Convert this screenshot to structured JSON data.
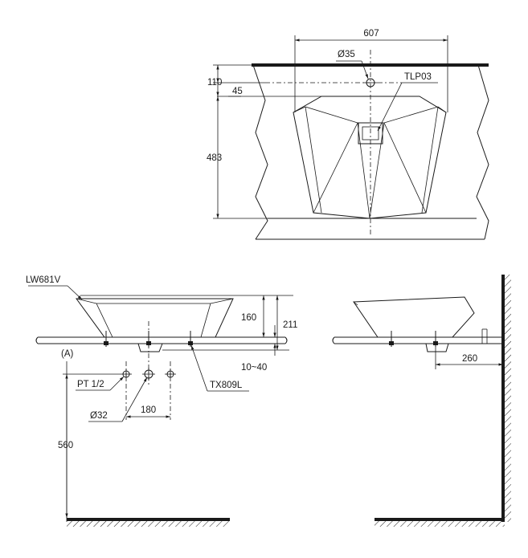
{
  "top_view": {
    "width_label": "607",
    "hole_label": "Ø35",
    "tap_offset_label": "110",
    "edge_offset_label": "45",
    "depth_label": "483",
    "drain_label": "TLP03"
  },
  "front_view": {
    "model_label": "LW681V",
    "basin_height_label": "160",
    "total_height_label": "211",
    "counter_thickness_label": "10~40",
    "fixing_label": "TX809L",
    "reference_label": "(A)",
    "thread_label": "PT 1/2",
    "drain_diameter_label": "Ø32",
    "spacing_label": "180",
    "floor_height_label": "560"
  },
  "side_view": {
    "wall_distance_label": "260"
  }
}
